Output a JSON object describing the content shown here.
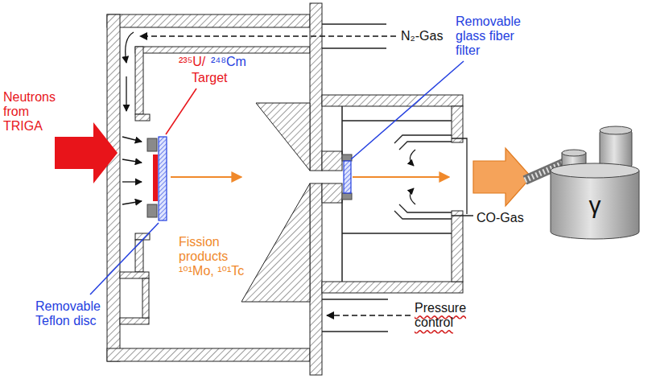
{
  "diagram": {
    "nodes": [
      {
        "text": [
          "γ"
        ]
      }
    ],
    "labels": [
      "Neutrons from TRIGA",
      "²³⁵U/",
      "²⁴⁸Cm",
      "Target",
      "Fission products ¹⁰¹Mo, ¹⁰¹Tc",
      "Removable Teflon disc",
      "N₂-Gas",
      "Removable glass fiber filter",
      "CO-Gas",
      "Pressure control"
    ]
  }
}
